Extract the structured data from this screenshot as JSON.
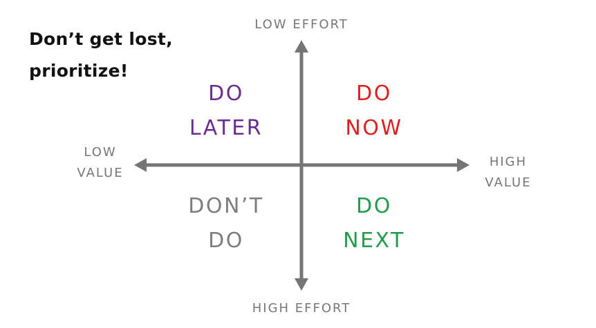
{
  "title": {
    "line1": "Don’t get lost,",
    "line2": "prioritize!"
  },
  "axes": {
    "top": "LOW EFFORT",
    "bottom": "HIGH EFFORT",
    "left": [
      "LOW",
      "VALUE"
    ],
    "right": [
      "HIGH",
      "VALUE"
    ]
  },
  "quadrants": {
    "top_left": {
      "lines": [
        "DO",
        "LATER"
      ],
      "color": "#6a2c91"
    },
    "top_right": {
      "lines": [
        "DO",
        "NOW"
      ],
      "color": "#e02020"
    },
    "bottom_left": {
      "lines": [
        "DON’T",
        "DO"
      ],
      "color": "#7d7d7d"
    },
    "bottom_right": {
      "lines": [
        "DO",
        "NEXT"
      ],
      "color": "#1e9e4a"
    }
  },
  "axis_color": "#757575"
}
